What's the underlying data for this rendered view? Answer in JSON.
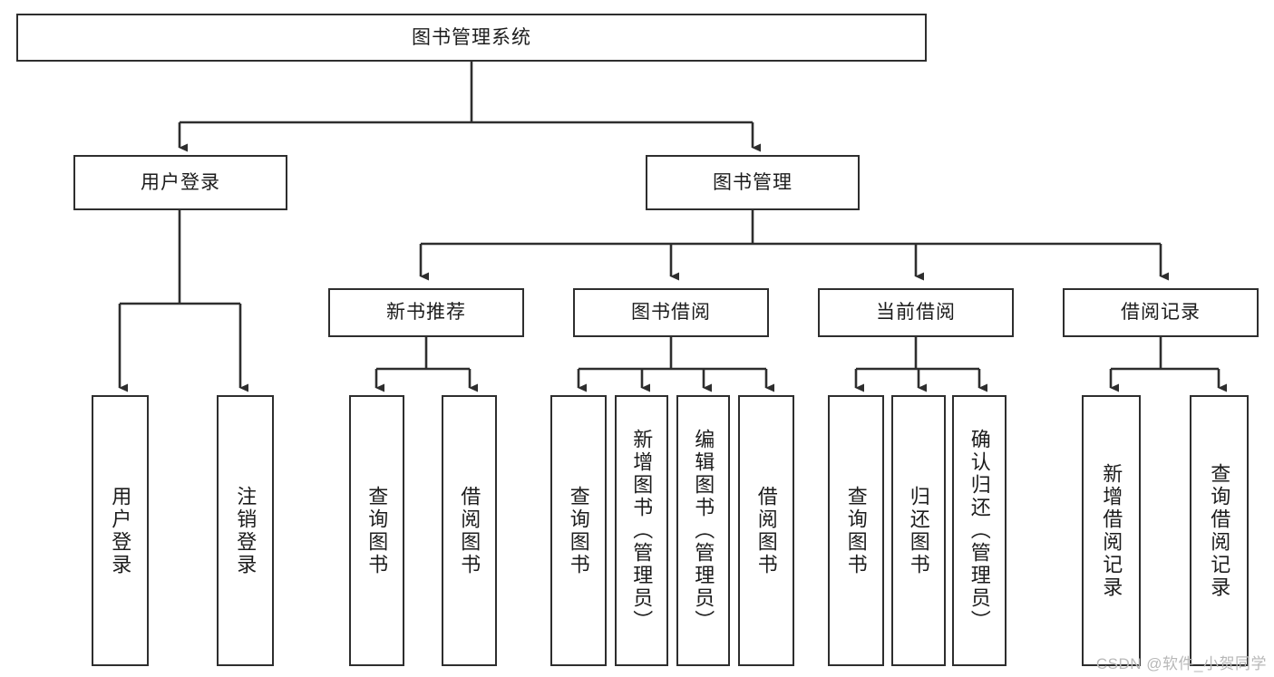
{
  "diagram": {
    "type": "tree-hierarchy",
    "title": "图书管理系统",
    "root": {
      "id": "root",
      "label": "图书管理系统"
    },
    "level2": [
      {
        "id": "user-login",
        "label": "用户登录"
      },
      {
        "id": "book-manage",
        "label": "图书管理"
      }
    ],
    "level3": [
      {
        "id": "new-book-recommend",
        "label": "新书推荐",
        "parent": "book-manage"
      },
      {
        "id": "book-borrow",
        "label": "图书借阅",
        "parent": "book-manage"
      },
      {
        "id": "current-borrow",
        "label": "当前借阅",
        "parent": "book-manage"
      },
      {
        "id": "borrow-record",
        "label": "借阅记录",
        "parent": "book-manage"
      }
    ],
    "leaves": [
      {
        "id": "leaf-user-login",
        "label": "用户登录",
        "parent": "user-login"
      },
      {
        "id": "leaf-user-logout",
        "label": "注销登录",
        "parent": "user-login"
      },
      {
        "id": "leaf-query-book-rec",
        "label": "查询图书",
        "parent": "new-book-recommend"
      },
      {
        "id": "leaf-borrow-book-rec",
        "label": "借阅图书",
        "parent": "new-book-recommend"
      },
      {
        "id": "leaf-query-book-borrow",
        "label": "查询图书",
        "parent": "book-borrow"
      },
      {
        "id": "leaf-add-book",
        "label": "新增图书（管理员）",
        "parent": "book-borrow"
      },
      {
        "id": "leaf-edit-book",
        "label": "编辑图书（管理员）",
        "parent": "book-borrow"
      },
      {
        "id": "leaf-borrow-book",
        "label": "借阅图书",
        "parent": "book-borrow"
      },
      {
        "id": "leaf-query-book-current",
        "label": "查询图书",
        "parent": "current-borrow"
      },
      {
        "id": "leaf-return-book",
        "label": "归还图书",
        "parent": "current-borrow"
      },
      {
        "id": "leaf-confirm-return",
        "label": "确认归还（管理员）",
        "parent": "current-borrow"
      },
      {
        "id": "leaf-add-record",
        "label": "新增借阅记录",
        "parent": "borrow-record"
      },
      {
        "id": "leaf-query-record",
        "label": "查询借阅记录",
        "parent": "borrow-record"
      }
    ],
    "colors": {
      "border": "#2e2e2e",
      "background": "#ffffff",
      "text": "#1c1c1c",
      "watermark": "#b8b8b8"
    }
  },
  "watermark": {
    "text": "CSDN @软件_小贺同学"
  }
}
